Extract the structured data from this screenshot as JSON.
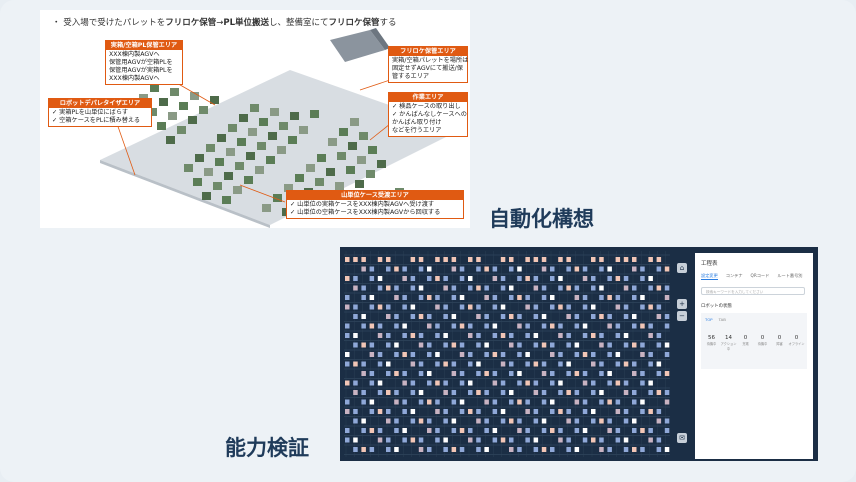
{
  "concept": {
    "title_pre": "・ 受入場で受けたパレットを",
    "title_b1": "フリロケ保管",
    "title_mid1": "→",
    "title_b2": "PL単位搬送",
    "title_mid2": "し、整備室にて",
    "title_b3": "フリロケ保管",
    "title_post": "する",
    "boxes": {
      "storage_area": {
        "header": "実箱/空箱PL保管エリア",
        "lines": [
          "XXX棟内製AGVへ",
          "保管用AGVが空箱PLを",
          "保管用AGVが実箱PLを",
          "XXX棟内製AGVへ"
        ]
      },
      "robot_area": {
        "header": "ロボットデパレタイザエリア",
        "lines": [
          "✓ 実箱PLを山単位にばらす",
          "✓ 空箱ケースをPLに積み替える"
        ]
      },
      "freeloc_area": {
        "header": "フリロケ保管エリア",
        "lines": [
          "実箱/空箱パレットを場所は",
          "固定せずAGVにて搬送/保",
          "管するエリア"
        ]
      },
      "work_area": {
        "header": "作業エリア",
        "lines": [
          "✓ 検品ケースの取り出し",
          "✓ かんばんなしケースへの",
          "かんばん取り付け",
          "などを行うエリア"
        ]
      },
      "unit_area": {
        "header": "山単位ケース受渡エリア",
        "lines": [
          "✓ 山単位の実箱ケースをXXX棟内製AGVへ受け渡す",
          "✓ 山単位の空箱ケースをXXX棟内製AGVから回収する"
        ]
      }
    }
  },
  "labels": {
    "concept": "自動化構想",
    "verification": "能力検証"
  },
  "screen": {
    "panel": {
      "title": "工程表",
      "tabs": [
        "設定変更",
        "コンテナ",
        "QRコード",
        "ルート番号別"
      ],
      "search_placeholder": "検索キーワードを入力してください",
      "section": "ロボットの状態",
      "subtabs": [
        "TOP",
        "TAB"
      ],
      "stats": [
        {
          "value": "56",
          "label": "待機中"
        },
        {
          "value": "14",
          "label": "アクション中"
        },
        {
          "value": "0",
          "label": "充電"
        },
        {
          "value": "0",
          "label": "待機中"
        },
        {
          "value": "0",
          "label": "障害"
        },
        {
          "value": "0",
          "label": "オフライン"
        }
      ]
    },
    "toolbar": [
      "⌂",
      "+",
      "−",
      "✉"
    ],
    "colors": {
      "background": "#1b2e45",
      "accent": "#2a7de1"
    }
  }
}
